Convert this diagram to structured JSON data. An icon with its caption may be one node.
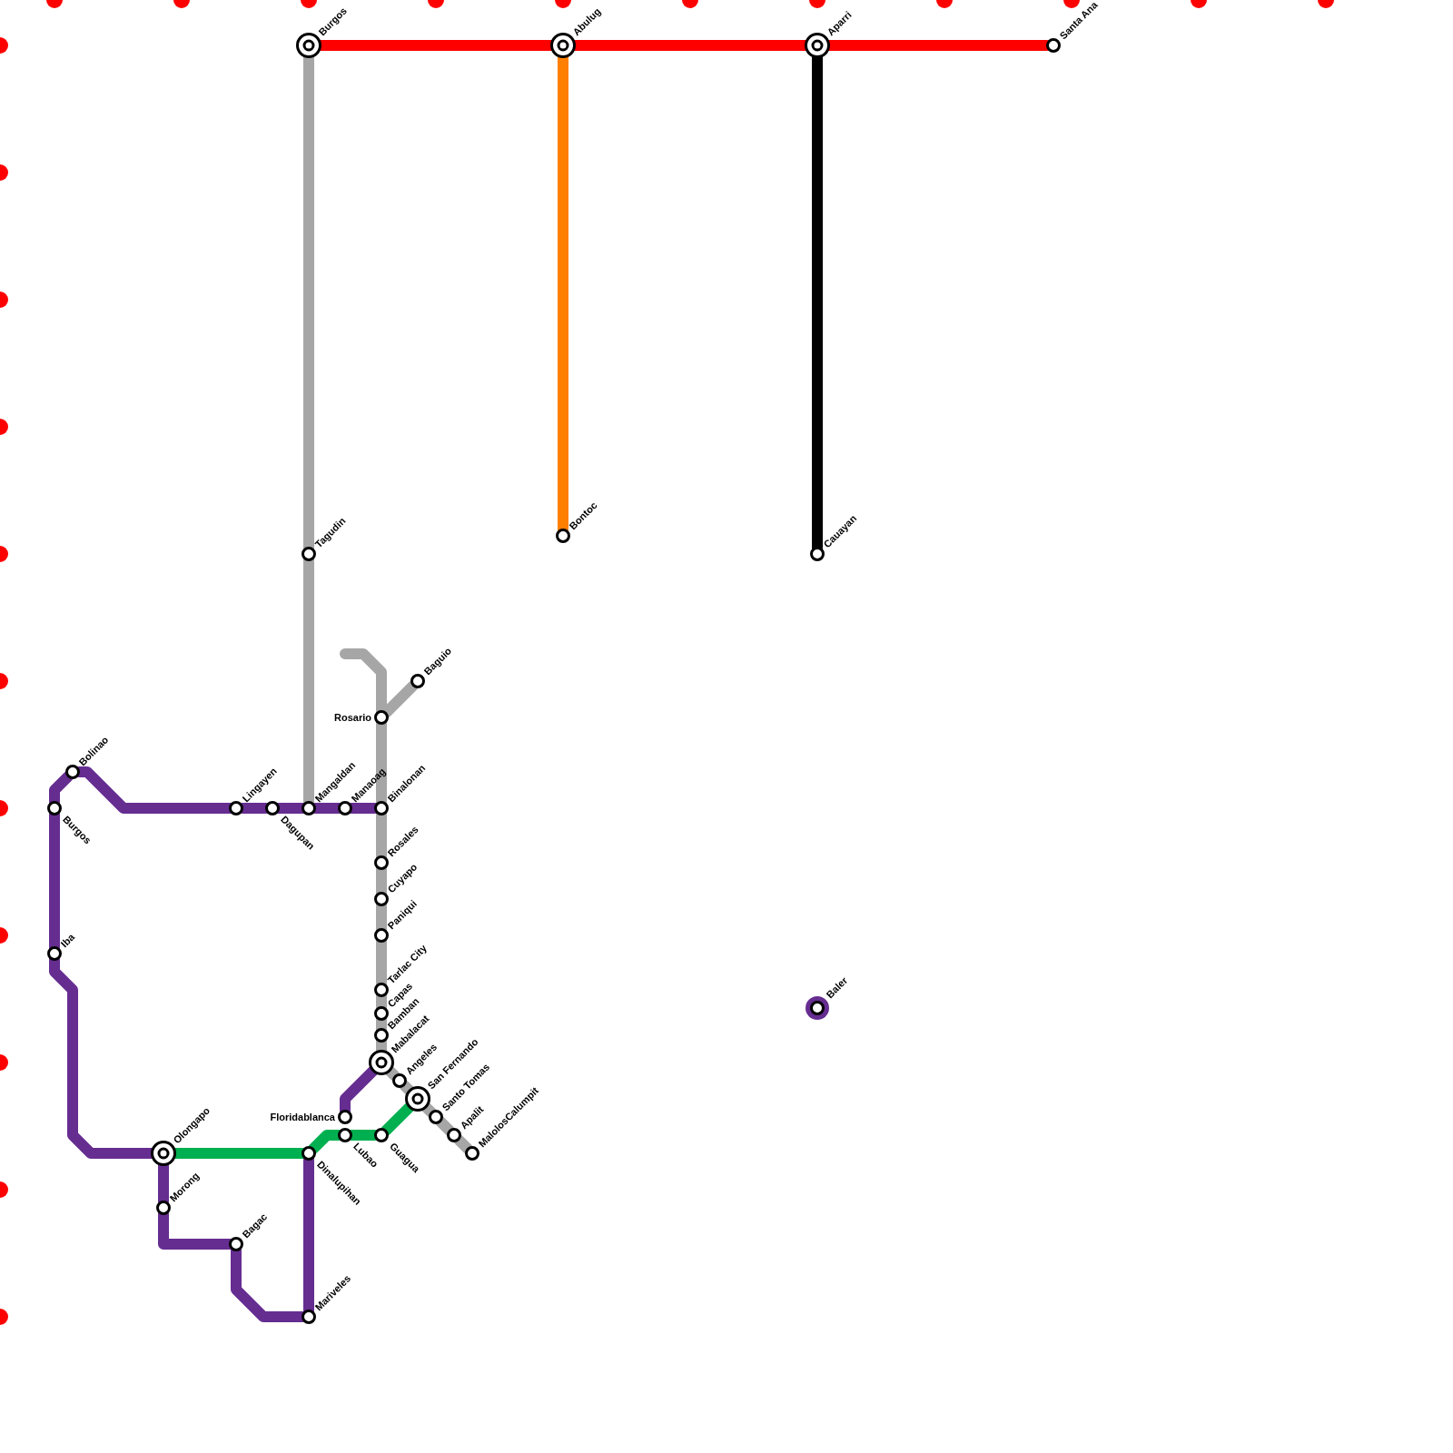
{
  "diagram": {
    "nodes": [
      {
        "text": [
          "Burgos"
        ]
      },
      {
        "text": [
          "Abulug"
        ]
      },
      {
        "text": [
          "Aparri"
        ]
      },
      {
        "text": [
          "Santa Ana"
        ]
      },
      {
        "text": [
          "Bontoc"
        ]
      },
      {
        "text": [
          "Tagudin"
        ]
      },
      {
        "text": [
          "Cauayan"
        ]
      },
      {
        "text": [
          "Baguio"
        ]
      },
      {
        "text": [
          "Rosario"
        ]
      },
      {
        "text": [
          "Bolinao"
        ]
      },
      {
        "text": [
          "Burgos"
        ]
      },
      {
        "text": [
          "Lingayen"
        ]
      },
      {
        "text": [
          "Dagupan"
        ]
      },
      {
        "text": [
          "Mangaldan"
        ]
      },
      {
        "text": [
          "Manaoag"
        ]
      },
      {
        "text": [
          "Binalonan"
        ]
      },
      {
        "text": [
          "Rosales"
        ]
      },
      {
        "text": [
          "Cuyapo"
        ]
      },
      {
        "text": [
          "Paniqui"
        ]
      },
      {
        "text": [
          "Iba"
        ]
      },
      {
        "text": [
          "Tarlac City"
        ]
      },
      {
        "text": [
          "Baler"
        ]
      },
      {
        "text": [
          "Capas"
        ]
      },
      {
        "text": [
          "Bamban"
        ]
      },
      {
        "text": [
          "Mabalacat"
        ]
      },
      {
        "text": [
          "Angeles"
        ]
      },
      {
        "text": [
          "San Fernando"
        ]
      },
      {
        "text": [
          "Floridablanca"
        ]
      },
      {
        "text": [
          "Santo Tomas"
        ]
      },
      {
        "text": [
          "Lubao"
        ]
      },
      {
        "text": [
          "Guagua"
        ]
      },
      {
        "text": [
          "Apalit"
        ]
      },
      {
        "text": [
          "Olongapo"
        ]
      },
      {
        "text": [
          "Dinalupihan"
        ]
      },
      {
        "text": [
          "MalolosCalumpit"
        ]
      },
      {
        "text": [
          "Morong"
        ]
      },
      {
        "text": [
          "Bagac"
        ]
      },
      {
        "text": [
          "Mariveles"
        ]
      }
    ],
    "edges": [
      {
        "from": 0,
        "to": 1,
        "arrow": "none",
        "color": "#ff0000"
      },
      {
        "from": 1,
        "to": 2,
        "arrow": "none",
        "color": "#ff0000"
      },
      {
        "from": 2,
        "to": 3,
        "arrow": "none",
        "color": "#ff0000"
      },
      {
        "from": 0,
        "to": 5,
        "arrow": "none",
        "color": "#a6a6a6"
      },
      {
        "from": 5,
        "to": 13,
        "arrow": "none",
        "color": "#a6a6a6"
      },
      {
        "from": 1,
        "to": 4,
        "arrow": "none",
        "color": "#ff7f00"
      },
      {
        "from": 2,
        "to": 6,
        "arrow": "none",
        "color": "#000000"
      },
      {
        "from": 7,
        "to": 8,
        "arrow": "none",
        "color": "#a6a6a6"
      },
      {
        "from": 8,
        "to": null,
        "arrow": "none",
        "color": "#a6a6a6"
      },
      {
        "from": 8,
        "to": 15,
        "arrow": "none",
        "color": "#a6a6a6"
      },
      {
        "from": 15,
        "to": 16,
        "arrow": "none",
        "color": "#a6a6a6"
      },
      {
        "from": 16,
        "to": 17,
        "arrow": "none",
        "color": "#a6a6a6"
      },
      {
        "from": 17,
        "to": 18,
        "arrow": "none",
        "color": "#a6a6a6"
      },
      {
        "from": 18,
        "to": 20,
        "arrow": "none",
        "color": "#a6a6a6"
      },
      {
        "from": 20,
        "to": 22,
        "arrow": "none",
        "color": "#a6a6a6"
      },
      {
        "from": 22,
        "to": 23,
        "arrow": "none",
        "color": "#a6a6a6"
      },
      {
        "from": 23,
        "to": 24,
        "arrow": "none",
        "color": "#a6a6a6"
      },
      {
        "from": 24,
        "to": 25,
        "arrow": "none",
        "color": "#a6a6a6"
      },
      {
        "from": 25,
        "to": 26,
        "arrow": "none",
        "color": "#a6a6a6"
      },
      {
        "from": 26,
        "to": 28,
        "arrow": "none",
        "color": "#a6a6a6"
      },
      {
        "from": 28,
        "to": 31,
        "arrow": "none",
        "color": "#a6a6a6"
      },
      {
        "from": 31,
        "to": 34,
        "arrow": "none",
        "color": "#a6a6a6"
      },
      {
        "from": 10,
        "to": 9,
        "arrow": "none",
        "color": "#662d91"
      },
      {
        "from": 9,
        "to": 11,
        "arrow": "none",
        "color": "#662d91"
      },
      {
        "from": 11,
        "to": 12,
        "arrow": "none",
        "color": "#662d91"
      },
      {
        "from": 12,
        "to": 13,
        "arrow": "none",
        "color": "#662d91"
      },
      {
        "from": 13,
        "to": 14,
        "arrow": "none",
        "color": "#662d91"
      },
      {
        "from": 14,
        "to": 15,
        "arrow": "none",
        "color": "#662d91"
      },
      {
        "from": 10,
        "to": 19,
        "arrow": "none",
        "color": "#662d91"
      },
      {
        "from": 19,
        "to": 32,
        "arrow": "none",
        "color": "#662d91"
      },
      {
        "from": 32,
        "to": 35,
        "arrow": "none",
        "color": "#662d91"
      },
      {
        "from": 35,
        "to": 36,
        "arrow": "none",
        "color": "#662d91"
      },
      {
        "from": 36,
        "to": 37,
        "arrow": "none",
        "color": "#662d91"
      },
      {
        "from": 37,
        "to": 33,
        "arrow": "none",
        "color": "#662d91"
      },
      {
        "from": 27,
        "to": 24,
        "arrow": "none",
        "color": "#662d91"
      },
      {
        "from": 32,
        "to": 33,
        "arrow": "none",
        "color": "#00b050"
      },
      {
        "from": 33,
        "to": 29,
        "arrow": "none",
        "color": "#00b050"
      },
      {
        "from": 29,
        "to": 30,
        "arrow": "none",
        "color": "#00b050"
      },
      {
        "from": 30,
        "to": 26,
        "arrow": "none",
        "color": "#00b050"
      }
    ]
  }
}
